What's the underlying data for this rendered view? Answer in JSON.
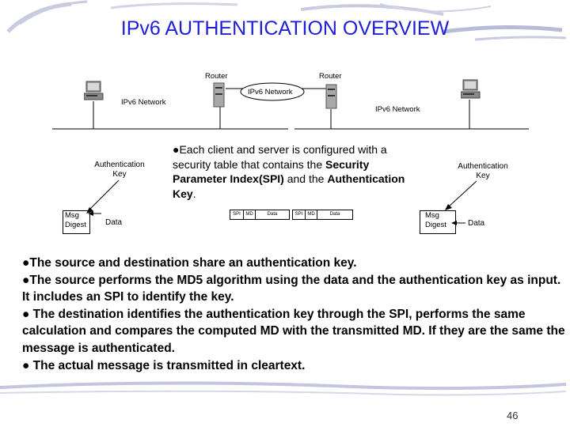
{
  "title": "IPv6 AUTHENTICATION OVERVIEW",
  "network": {
    "router_left": "Router",
    "router_right": "Router",
    "center_network": "IPv6 Network",
    "left_network": "IPv6 Network",
    "right_network": "IPv6 Network"
  },
  "left_flow": {
    "auth_key": [
      "Authentication",
      "Key"
    ],
    "msg_digest": [
      "Msg",
      "Digest"
    ],
    "data": "Data"
  },
  "right_flow": {
    "auth_key": [
      "Authentication",
      "Key"
    ],
    "msg_digest": [
      "Msg",
      "Digest"
    ],
    "data": "Data"
  },
  "packets": [
    {
      "fields": [
        "SPI",
        "MD",
        "Data"
      ]
    },
    {
      "fields": [
        "SPI",
        "MD",
        "Data"
      ]
    }
  ],
  "middle_text": {
    "part1": "Each client and server is configured with a security table that contains the ",
    "bold1": "Security Parameter Index(SPI)",
    "part2": " and the ",
    "bold2": "Authentication Key",
    "part3": "."
  },
  "bullets": [
    "The source and destination share an authentication key.",
    "The source performs the MD5 algorithm using the data and the authentication key as input. It includes an SPI to identify the  key.",
    " The destination identifies the authentication key through the SPI, performs the same calculation and compares the computed MD with the transmitted MD. If they are the same the message is authenticated.",
    " The actual message is transmitted in cleartext."
  ],
  "page_number": "46",
  "colors": {
    "title": "#1f1fd6",
    "decor": "#b8bbd8"
  }
}
